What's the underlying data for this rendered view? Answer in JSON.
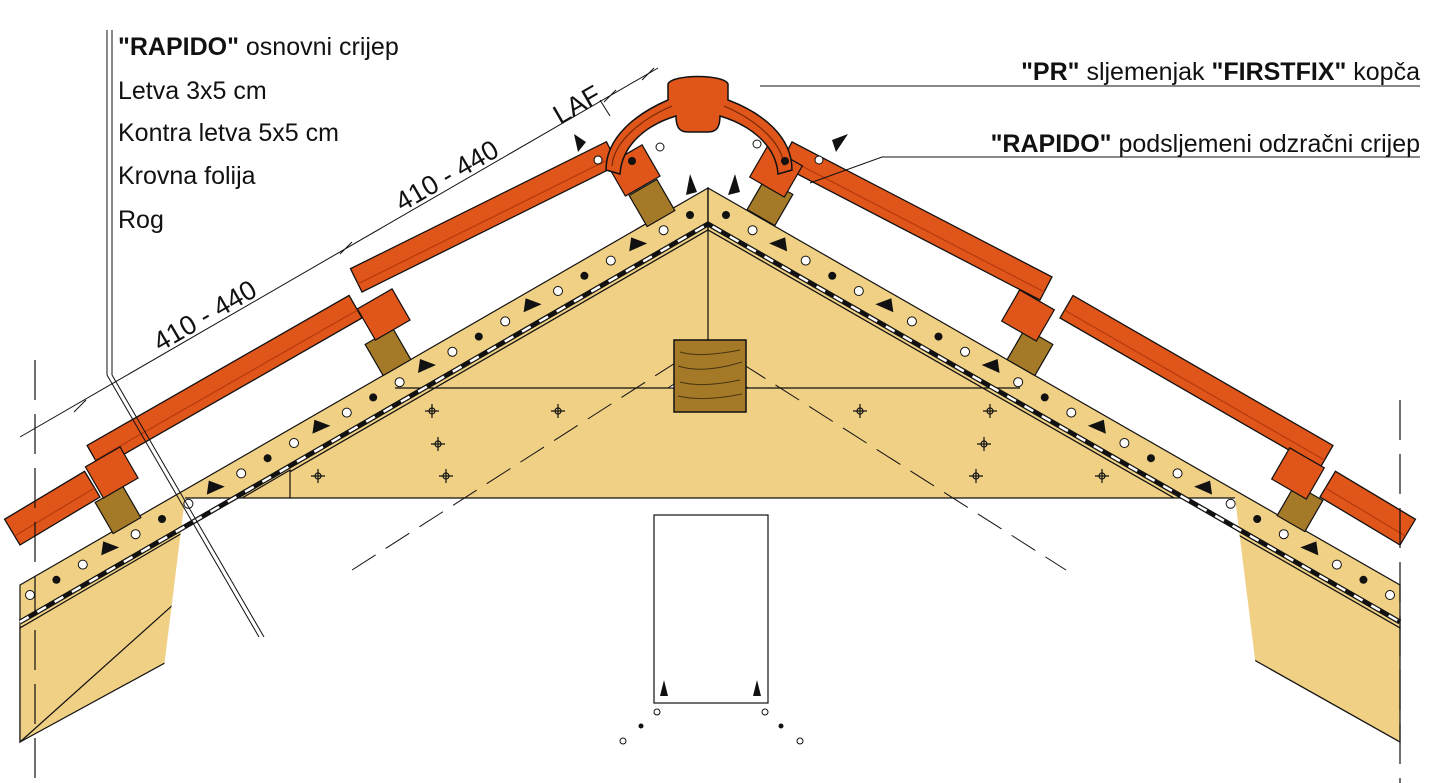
{
  "colors": {
    "wood_panel": "#EFD084",
    "batten": "#A47A28",
    "tile": "#E0551A",
    "tile_dark": "#B63A0C",
    "line": "#111111"
  },
  "labels_left": [
    {
      "bold": "\"RAPIDO\"",
      "text": " osnovni crijep"
    },
    {
      "bold": "",
      "text": "Letva 3x5 cm"
    },
    {
      "bold": "",
      "text": "Kontra letva 5x5 cm"
    },
    {
      "bold": "",
      "text": "Krovna folija"
    },
    {
      "bold": "",
      "text": "Rog"
    }
  ],
  "label_ridge": {
    "part1_bold": "\"PR\"",
    "part2": " sljemenjak ",
    "part3_bold": "\"FIRSTFIX\"",
    "part4": " kopča"
  },
  "label_vent": {
    "part1_bold": "\"RAPIDO\"",
    "part2": " podsljemeni odzračni crijep"
  },
  "dimensions": {
    "lower": "410 - 440",
    "upper": "410 - 440",
    "top": "LAF"
  },
  "icons": [
    "ridge-tile-icon",
    "tile-icon",
    "batten-icon",
    "ridge-beam-icon",
    "post-icon",
    "airflow-arrow-icon",
    "nail-cross-icon"
  ]
}
